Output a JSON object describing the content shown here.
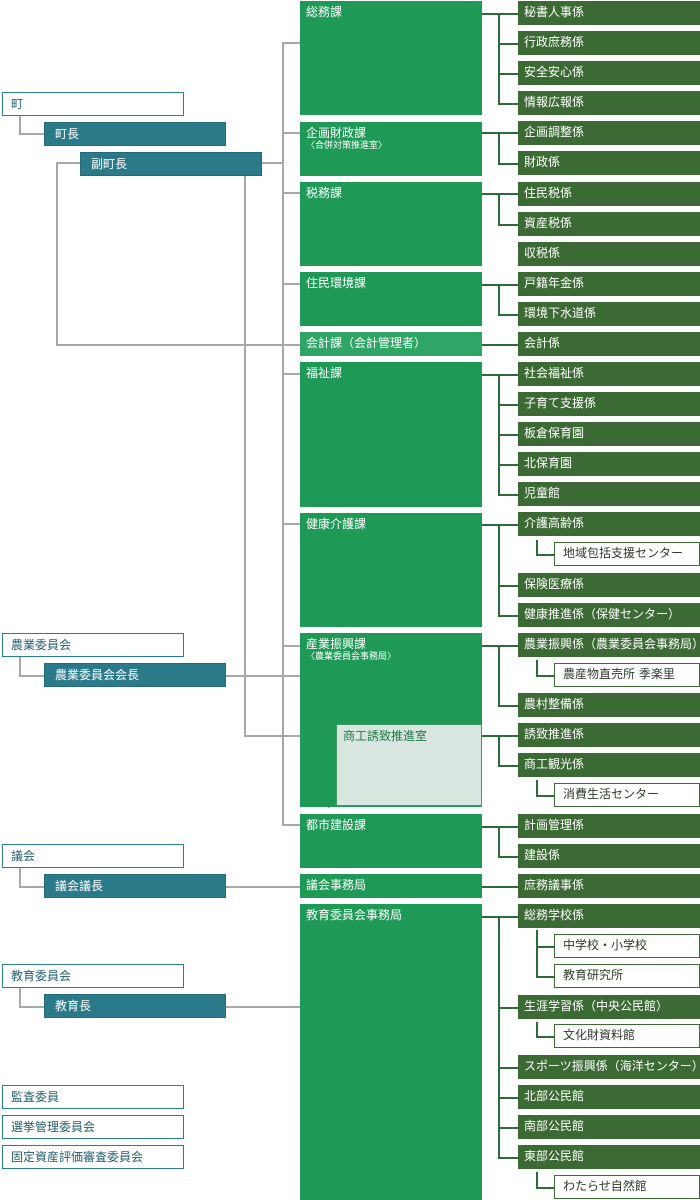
{
  "top_left": {
    "town": "町",
    "mayor": "町長",
    "deputy_mayor": "副町長"
  },
  "committees": {
    "agriculture": "農業委員会",
    "agriculture_chair": "農業委員会会長",
    "assembly": "議会",
    "assembly_chair": "議会議長",
    "education": "教育委員会",
    "education_chief": "教育長",
    "auditor": "監査委員",
    "election": "選挙管理委員会",
    "asset_review": "固定資産評価審査委員会"
  },
  "departments": {
    "somu": "総務課",
    "kikaku": "企画財政課",
    "kikaku_sub": "〈合併対策推進室〉",
    "zeimu": "税務課",
    "jumin": "住民環境課",
    "kaikei": "会計課（会計管理者）",
    "fukushi": "福祉課",
    "kenko": "健康介護課",
    "sangyo": "産業振興課",
    "sangyo_sub": "〈農業委員会事務局〉",
    "shoko": "商工誘致推進室",
    "toshi": "都市建設課",
    "gikai": "議会事務局",
    "kyoiku": "教育委員会事務局"
  },
  "sections": {
    "hisho": "秘書人事係",
    "gyosei": "行政庶務係",
    "anzen": "安全安心係",
    "joho": "情報広報係",
    "kikaku_chosei": "企画調整係",
    "zaisei": "財政係",
    "jumin_zei": "住民税係",
    "shisan_zei": "資産税係",
    "shuzei": "収税係",
    "koseki": "戸籍年金係",
    "kankyo": "環境下水道係",
    "kaikei": "会計係",
    "shakai": "社会福祉係",
    "kosodate": "子育て支援係",
    "itakura": "板倉保育園",
    "kita_hoiku": "北保育園",
    "jido": "児童館",
    "kaigo": "介護高齢係",
    "chiiki": "地域包括支援センター",
    "hoken": "保険医療係",
    "kenko_suishin": "健康推進係（保健センター）",
    "nogyo_shinko": "農業振興係（農業委員会事務局）",
    "chokubai": "農産物直売所 季楽里",
    "noson": "農村整備係",
    "yuchi": "誘致推進係",
    "shoko_kanko": "商工観光係",
    "shohi": "消費生活センター",
    "keikaku": "計画管理係",
    "kensetsu": "建設係",
    "shomu_giji": "庶務議事係",
    "somu_gakko": "総務学校係",
    "chu_sho": "中学校・小学校",
    "kyoiku_kenkyu": "教育研究所",
    "shogai": "生涯学習係（中央公民館）",
    "bunkazai": "文化財資料館",
    "sports": "スポーツ振興係（海洋センター）",
    "hokubu": "北部公民館",
    "nanbu": "南部公民館",
    "tobu": "東部公民館",
    "watarase": "わたらせ自然館"
  }
}
